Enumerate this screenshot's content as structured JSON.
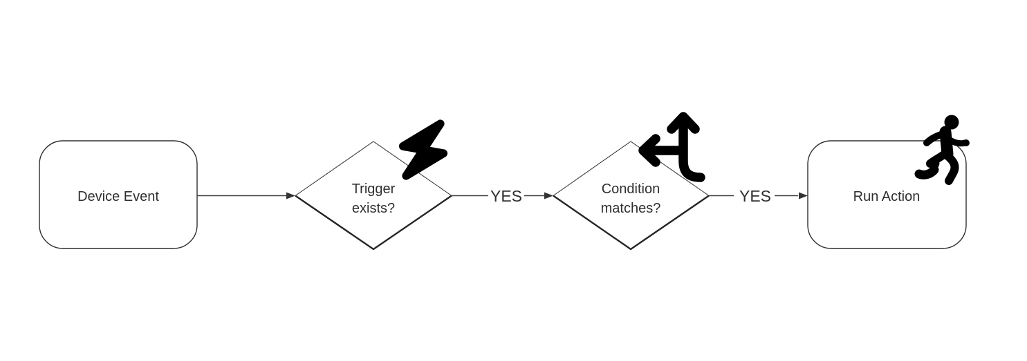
{
  "diagram": {
    "background": "#ffffff",
    "colors": {
      "shape_stroke": "#2e2e2e",
      "connector": "#3f3f3f",
      "text": "#2f2f2f",
      "icon": "#000000",
      "shape_fill": "#ffffff"
    },
    "nodes": [
      {
        "id": "device-event",
        "shape": "rounded-rectangle",
        "label": "Device Event"
      },
      {
        "id": "trigger-exists",
        "shape": "diamond",
        "label": "Trigger exists?",
        "line1": "Trigger",
        "line2": "exists?",
        "icon": "lightning-bolt-icon"
      },
      {
        "id": "condition-matches",
        "shape": "diamond",
        "label": "Condition matches?",
        "line1": "Condition",
        "line2": "matches?",
        "icon": "split-arrows-icon"
      },
      {
        "id": "run-action",
        "shape": "rounded-rectangle",
        "label": "Run Action",
        "icon": "person-running-icon"
      }
    ],
    "edges": [
      {
        "from": "device-event",
        "to": "trigger-exists",
        "label": ""
      },
      {
        "from": "trigger-exists",
        "to": "condition-matches",
        "label": "YES"
      },
      {
        "from": "condition-matches",
        "to": "run-action",
        "label": "YES"
      }
    ]
  }
}
